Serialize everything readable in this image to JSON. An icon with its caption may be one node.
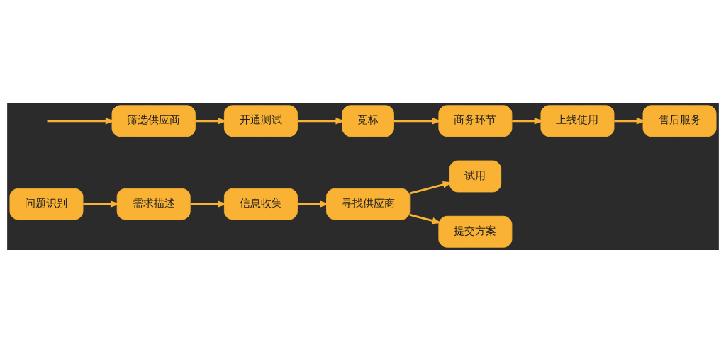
{
  "diagram": {
    "nodes": [
      {
        "text": [
          "问题识别"
        ]
      },
      {
        "text": [
          "需求描述"
        ]
      },
      {
        "text": [
          "信息收集"
        ]
      },
      {
        "text": [
          "寻找供应商"
        ]
      },
      {
        "text": [
          "试用"
        ]
      },
      {
        "text": [
          "提交方案"
        ]
      },
      {
        "text": [
          "商务环节"
        ]
      },
      {
        "text": [
          "竞标"
        ]
      },
      {
        "text": [
          "开通测试"
        ]
      },
      {
        "text": [
          "筛选供应商"
        ]
      },
      {
        "text": [
          "上线使用"
        ]
      },
      {
        "text": [
          "售后服务"
        ]
      }
    ],
    "edges": [
      {
        "from": 0,
        "to": 1,
        "arrow": "to"
      },
      {
        "from": 1,
        "to": 2,
        "arrow": "to"
      },
      {
        "from": 2,
        "to": 3,
        "arrow": "to"
      },
      {
        "from": 3,
        "to": 4,
        "arrow": "to"
      },
      {
        "from": 3,
        "to": 5,
        "arrow": "to"
      },
      {
        "from": null,
        "to": 9,
        "arrow": "to"
      },
      {
        "from": 9,
        "to": 8,
        "arrow": "to"
      },
      {
        "from": 8,
        "to": 7,
        "arrow": "to"
      },
      {
        "from": 7,
        "to": 6,
        "arrow": "to"
      },
      {
        "from": 6,
        "to": 10,
        "arrow": "to"
      },
      {
        "from": 10,
        "to": 11,
        "arrow": "to"
      }
    ]
  }
}
